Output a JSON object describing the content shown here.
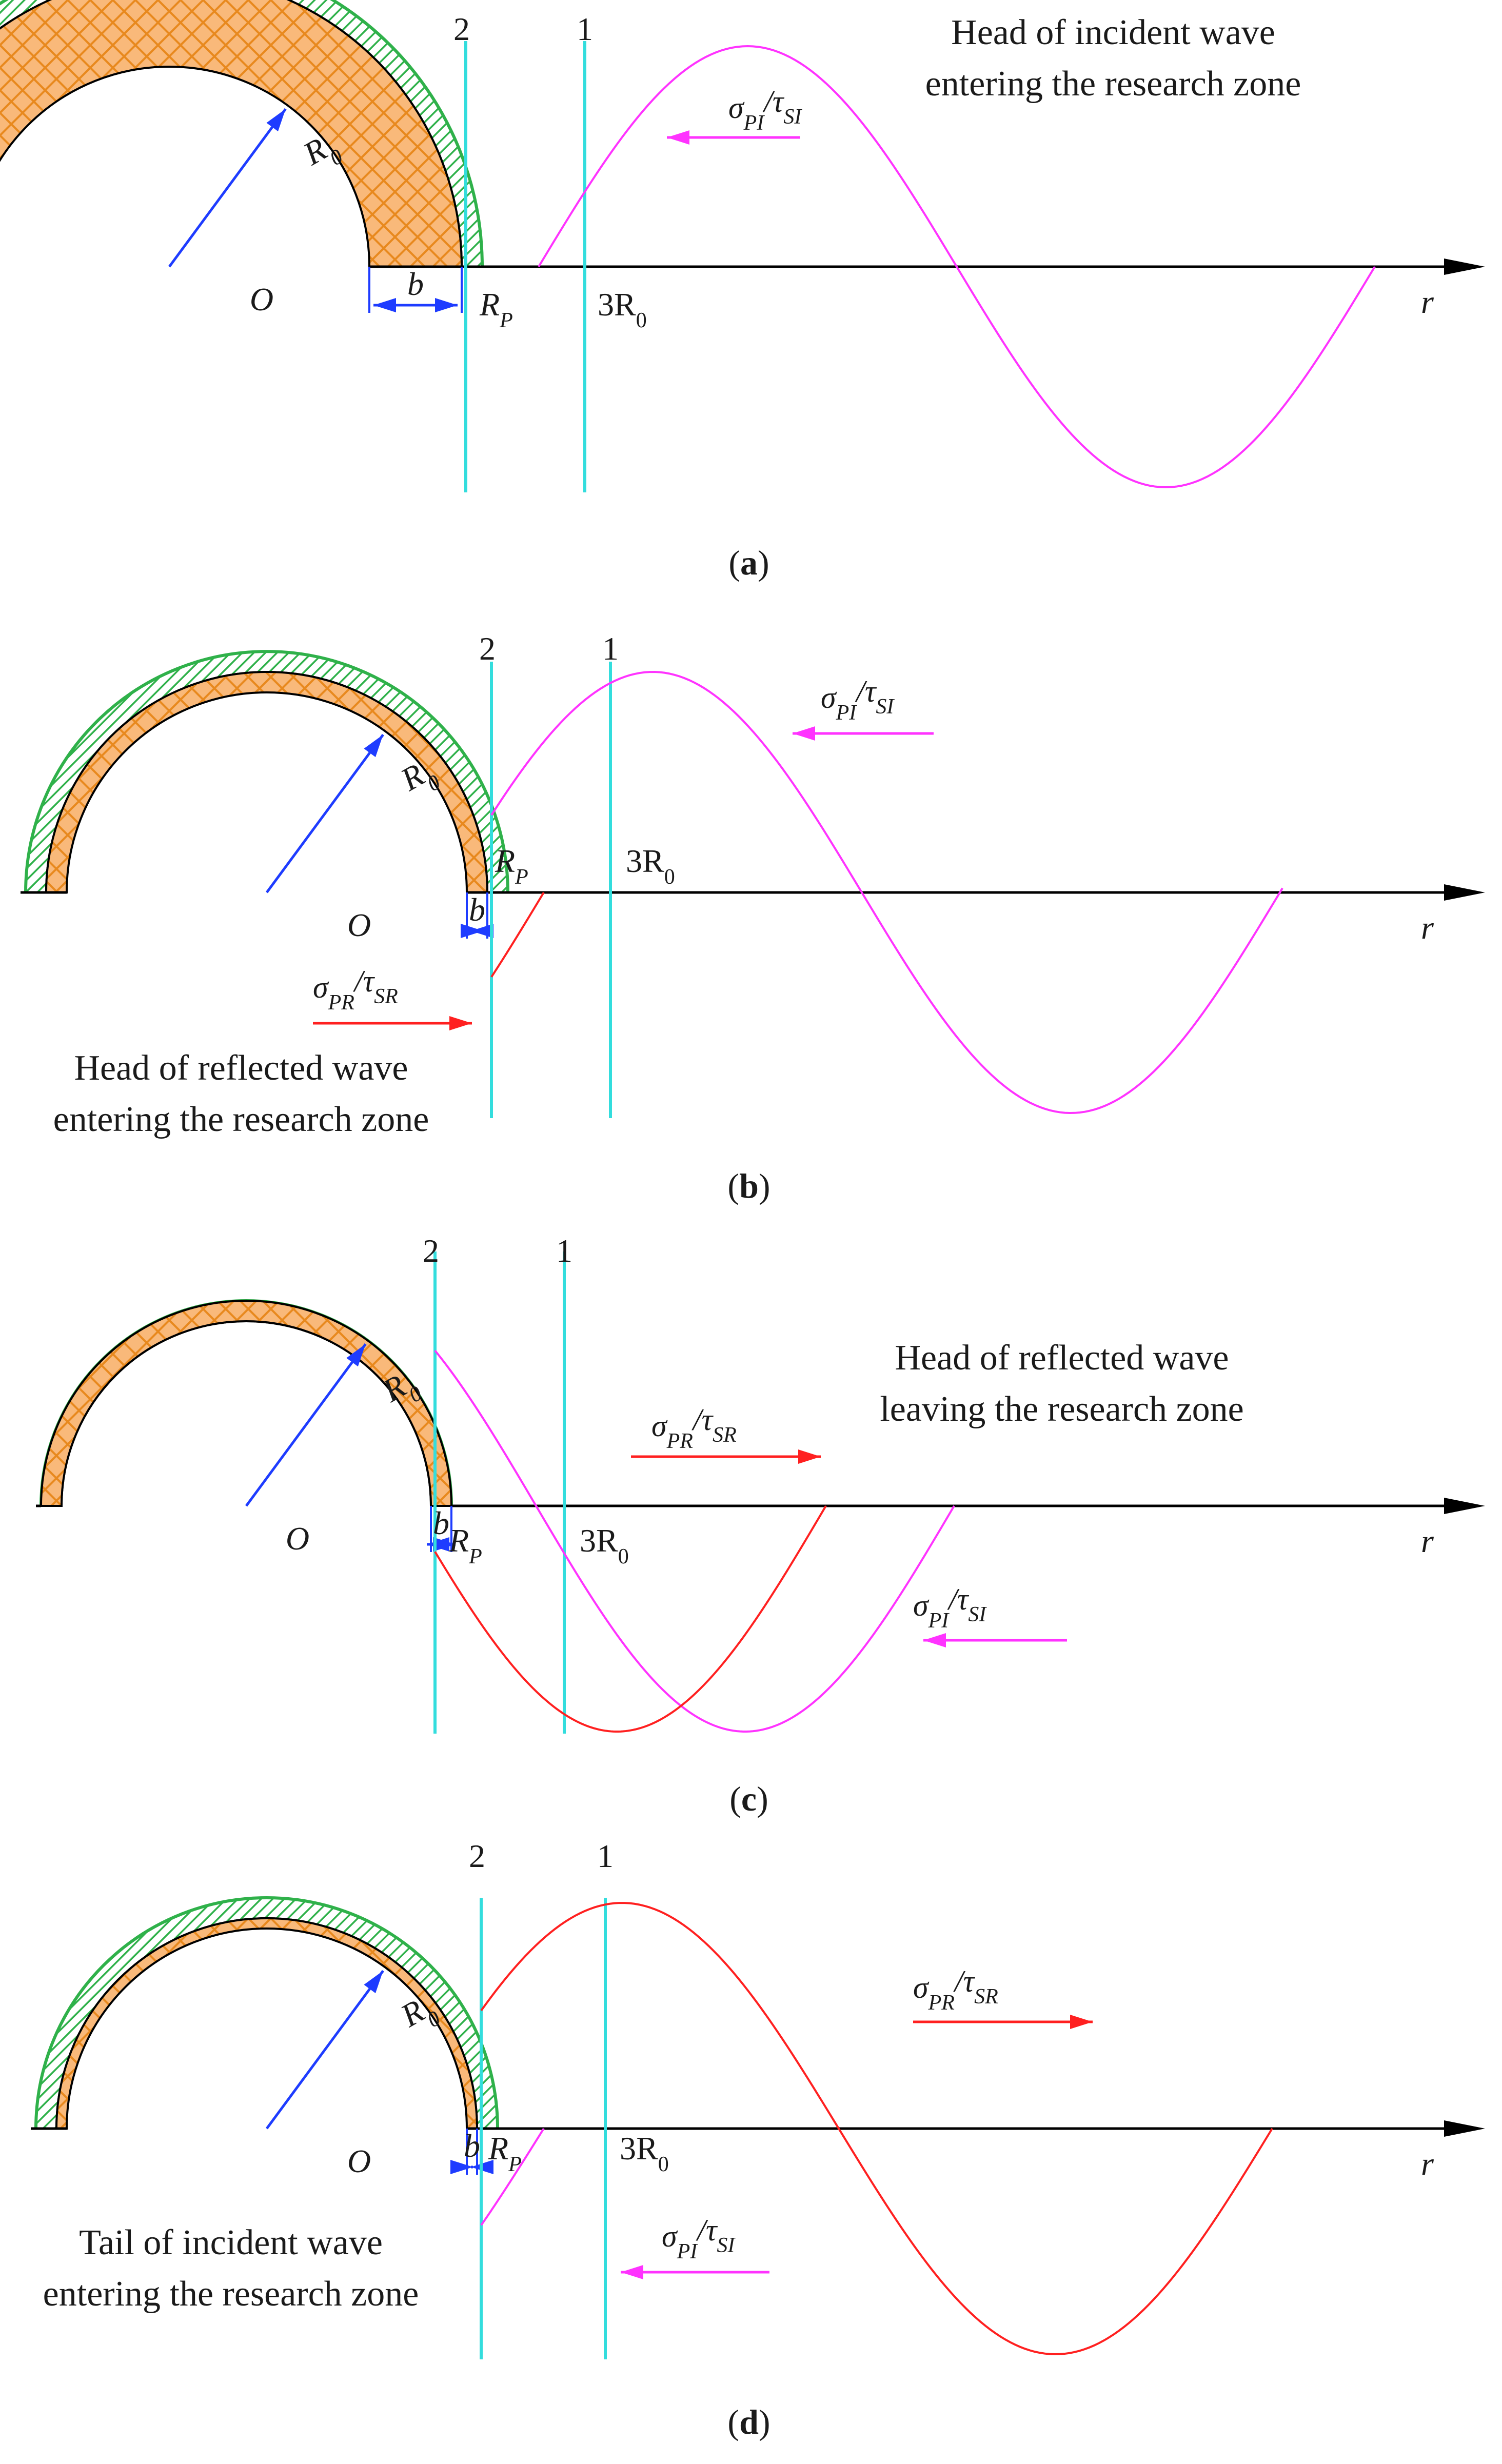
{
  "colors": {
    "incident": "#ff33ff",
    "reflected": "#ff2020",
    "guide_line": "#33dddd",
    "radius_arrow": "#1e3cff",
    "lining_fill": "#f9b97a",
    "lining_grid": "#e8891e",
    "support_ring": "#2fb14a",
    "axis": "#000000"
  },
  "panels": [
    {
      "id": "a",
      "caption_label": "a",
      "line2_label": "2",
      "line1_label": "1",
      "origin_label": "O",
      "r0_label": "R",
      "r0_sub": "0",
      "b_label": "b",
      "rp_label": "R",
      "rp_sub": "P",
      "r3_label": "3R",
      "r3_sub": "0",
      "axis_label": "r",
      "notes": [
        "Head of incident wave",
        "entering the research zone"
      ],
      "wave_labels": [
        {
          "sym1": "σ",
          "sub1": "PI",
          "sep": "/",
          "sym2": "τ",
          "sub2": "SI",
          "color_key": "incident",
          "direction": "left"
        }
      ]
    },
    {
      "id": "b",
      "caption_label": "b",
      "line2_label": "2",
      "line1_label": "1",
      "origin_label": "O",
      "r0_label": "R",
      "r0_sub": "0",
      "b_label": "b",
      "rp_label": "R",
      "rp_sub": "P",
      "r3_label": "3R",
      "r3_sub": "0",
      "axis_label": "r",
      "notes": [
        "Head of reflected wave",
        "entering the research zone"
      ],
      "wave_labels": [
        {
          "sym1": "σ",
          "sub1": "PI",
          "sep": "/",
          "sym2": "τ",
          "sub2": "SI",
          "color_key": "incident",
          "direction": "left"
        },
        {
          "sym1": "σ",
          "sub1": "PR",
          "sep": "/",
          "sym2": "τ",
          "sub2": "SR",
          "color_key": "reflected",
          "direction": "right"
        }
      ]
    },
    {
      "id": "c",
      "caption_label": "c",
      "line2_label": "2",
      "line1_label": "1",
      "origin_label": "O",
      "r0_label": "R",
      "r0_sub": "0",
      "b_label": "b",
      "rp_label": "R",
      "rp_sub": "P",
      "r3_label": "3R",
      "r3_sub": "0",
      "axis_label": "r",
      "notes": [
        "Head of reflected wave",
        "leaving the research zone"
      ],
      "wave_labels": [
        {
          "sym1": "σ",
          "sub1": "PR",
          "sep": "/",
          "sym2": "τ",
          "sub2": "SR",
          "color_key": "reflected",
          "direction": "right"
        },
        {
          "sym1": "σ",
          "sub1": "PI",
          "sep": "/",
          "sym2": "τ",
          "sub2": "SI",
          "color_key": "incident",
          "direction": "left"
        }
      ]
    },
    {
      "id": "d",
      "caption_label": "d",
      "line2_label": "2",
      "line1_label": "1",
      "origin_label": "O",
      "r0_label": "R",
      "r0_sub": "0",
      "b_label": "b",
      "rp_label": "R",
      "rp_sub": "P",
      "r3_label": "3R",
      "r3_sub": "0",
      "axis_label": "r",
      "notes": [
        "Tail of incident wave",
        "entering the research zone"
      ],
      "wave_labels": [
        {
          "sym1": "σ",
          "sub1": "PR",
          "sep": "/",
          "sym2": "τ",
          "sub2": "SR",
          "color_key": "reflected",
          "direction": "right"
        },
        {
          "sym1": "σ",
          "sub1": "PI",
          "sep": "/",
          "sym2": "τ",
          "sub2": "SI",
          "color_key": "incident",
          "direction": "left"
        }
      ]
    }
  ]
}
